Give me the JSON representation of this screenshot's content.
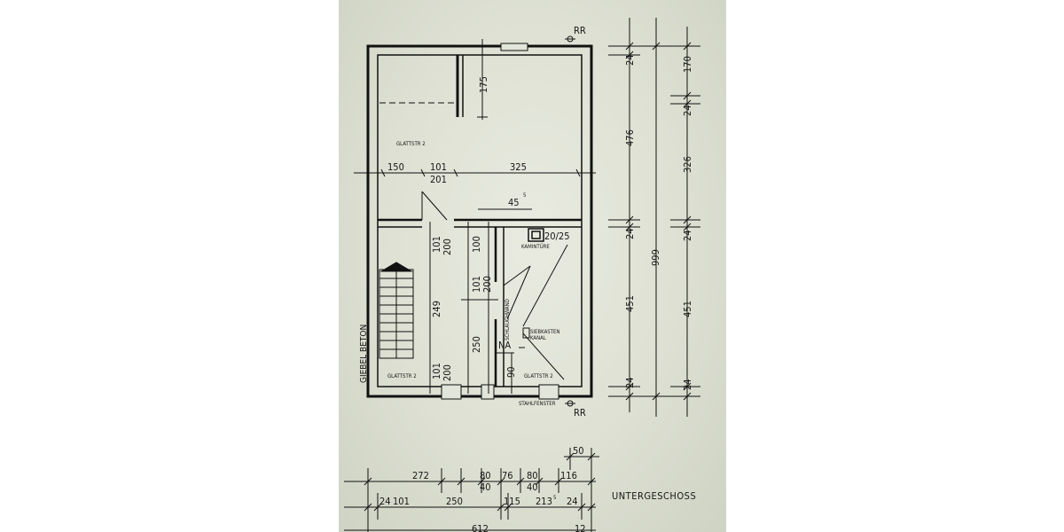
{
  "title": "UNTERGESCHOSS",
  "wall_label": "GIEBEL BETON",
  "markers": {
    "rr_top": "RR",
    "rr_bottom": "RR"
  },
  "rooms": {
    "upper": "GLATTSTR 2",
    "lower_left": "GLATTSTR 2",
    "lower_right": "GLATTSTR 2"
  },
  "fixtures": {
    "kamin_size": "20/25",
    "kamintuere": "KAMINTÜRE",
    "schlauchwand": "SCHLAUCHWAND",
    "siebkasten_1": "SIEBKASTEN",
    "siebkasten_2": "KANAL",
    "na": "NA",
    "stahlfenster": "STAHLFENSTER"
  },
  "dims_interior": {
    "d175": "175",
    "d150": "150",
    "d101a": "101",
    "d201": "201",
    "d325": "325",
    "d45": "45",
    "d45sup": "5",
    "d101b": "101",
    "d200b": "200",
    "d100": "100",
    "d101c": "101",
    "d200c": "200",
    "d249": "249",
    "d250": "250",
    "d101d": "101",
    "d200d": "200",
    "d90": "90"
  },
  "dims_right_outer": {
    "total": "999",
    "a": "476",
    "b": "24",
    "c": "451",
    "d": "24",
    "top": "24"
  },
  "dims_right_inner": {
    "a": "170",
    "b": "24",
    "c": "326",
    "d": "24",
    "e": "451",
    "f": "24"
  },
  "dims_bottom_row1": {
    "a": "272",
    "b": "80",
    "c": "76",
    "d": "80",
    "e": "116",
    "f": "40",
    "g": "40"
  },
  "dims_bottom_row2": {
    "a": "24",
    "b": "101",
    "c": "250",
    "d": "115",
    "e": "213",
    "e_sup": "5",
    "f": "24"
  },
  "dims_bottom_row3": {
    "a": "612",
    "b": "12"
  },
  "dim_top_small": "50"
}
